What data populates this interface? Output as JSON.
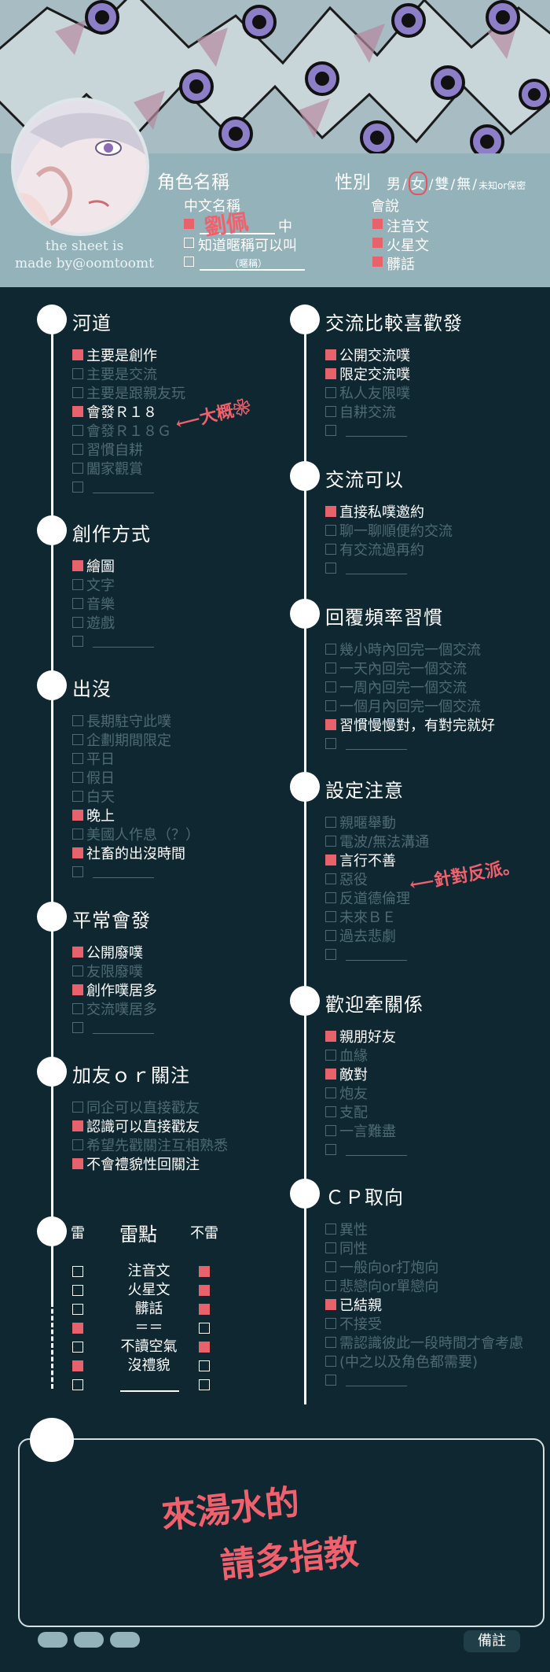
{
  "header": {
    "credit": [
      "the sheet is",
      "made by@oomtoomt"
    ],
    "name_label": "角色名稱",
    "gender_label": "性別",
    "gender_options": [
      "男",
      "女",
      "雙",
      "無",
      "未知or保密"
    ],
    "gender_selected": "女",
    "chinese_name_label": "中文名稱",
    "chinese_name_suffix": "中",
    "nickname_option": "知道暱稱可以叫",
    "nickname_placeholder": "（暱稱）",
    "speech_label": "會說",
    "speech_options": [
      "注音文",
      "火星文",
      "髒話"
    ],
    "handwritten_name": "劉佩"
  },
  "left_sections": [
    {
      "title": "河道",
      "items": [
        {
          "label": "主要是創作",
          "checked": true
        },
        {
          "label": "主要是交流",
          "checked": false
        },
        {
          "label": "主要是跟親友玩",
          "checked": false
        },
        {
          "label": "會發Ｒ１８",
          "checked": true
        },
        {
          "label": "會發Ｒ１８Ｇ",
          "checked": false
        },
        {
          "label": "習慣自耕",
          "checked": false
        },
        {
          "label": "闔家觀賞",
          "checked": false
        },
        {
          "label": "",
          "checked": false
        }
      ]
    },
    {
      "title": "創作方式",
      "items": [
        {
          "label": "繪圖",
          "checked": true
        },
        {
          "label": "文字",
          "checked": false
        },
        {
          "label": "音樂",
          "checked": false
        },
        {
          "label": "遊戲",
          "checked": false
        },
        {
          "label": "",
          "checked": false
        }
      ]
    },
    {
      "title": "出沒",
      "items": [
        {
          "label": "長期駐守此噗",
          "checked": false
        },
        {
          "label": "企劃期間限定",
          "checked": false
        },
        {
          "label": "平日",
          "checked": false
        },
        {
          "label": "假日",
          "checked": false
        },
        {
          "label": "白天",
          "checked": false
        },
        {
          "label": "晚上",
          "checked": true
        },
        {
          "label": "美國人作息（？）",
          "checked": false
        },
        {
          "label": "社畜的出沒時間",
          "checked": true
        },
        {
          "label": "",
          "checked": false
        }
      ]
    },
    {
      "title": "平常會發",
      "items": [
        {
          "label": "公開廢噗",
          "checked": true
        },
        {
          "label": "友限廢噗",
          "checked": false
        },
        {
          "label": "創作噗居多",
          "checked": true
        },
        {
          "label": "交流噗居多",
          "checked": false
        },
        {
          "label": "",
          "checked": false
        }
      ]
    },
    {
      "title": "加友ｏｒ關注",
      "items": [
        {
          "label": "同企可以直接戳友",
          "checked": false
        },
        {
          "label": "認識可以直接戳友",
          "checked": true
        },
        {
          "label": "希望先戳關注互相熟悉",
          "checked": false
        },
        {
          "label": "不會禮貌性回關注",
          "checked": true
        }
      ]
    }
  ],
  "right_sections": [
    {
      "title": "交流比較喜歡發",
      "items": [
        {
          "label": "公開交流噗",
          "checked": true
        },
        {
          "label": "限定交流噗",
          "checked": true
        },
        {
          "label": "私人友限噗",
          "checked": false
        },
        {
          "label": "自耕交流",
          "checked": false
        },
        {
          "label": "",
          "checked": false
        }
      ]
    },
    {
      "title": "交流可以",
      "items": [
        {
          "label": "直接私噗邀約",
          "checked": true
        },
        {
          "label": "聊一聊順便約交流",
          "checked": false
        },
        {
          "label": "有交流過再約",
          "checked": false
        },
        {
          "label": "",
          "checked": false
        }
      ]
    },
    {
      "title": "回覆頻率習慣",
      "items": [
        {
          "label": "幾小時內回完一個交流",
          "checked": false
        },
        {
          "label": "一天內回完一個交流",
          "checked": false
        },
        {
          "label": "一周內回完一個交流",
          "checked": false
        },
        {
          "label": "一個月內回完一個交流",
          "checked": false
        },
        {
          "label": "習慣慢慢對，有對完就好",
          "checked": true
        },
        {
          "label": "",
          "checked": false
        }
      ]
    },
    {
      "title": "設定注意",
      "items": [
        {
          "label": "親暱舉動",
          "checked": false
        },
        {
          "label": "電波/無法溝通",
          "checked": false
        },
        {
          "label": "言行不善",
          "checked": true
        },
        {
          "label": "惡役",
          "checked": false
        },
        {
          "label": "反道德倫理",
          "checked": false
        },
        {
          "label": "未來ＢＥ",
          "checked": false
        },
        {
          "label": "過去悲劇",
          "checked": false
        },
        {
          "label": "",
          "checked": false
        }
      ]
    },
    {
      "title": "歡迎牽關係",
      "items": [
        {
          "label": "親朋好友",
          "checked": true
        },
        {
          "label": "血緣",
          "checked": false
        },
        {
          "label": "敵對",
          "checked": true
        },
        {
          "label": "炮友",
          "checked": false
        },
        {
          "label": "支配",
          "checked": false
        },
        {
          "label": "一言難盡",
          "checked": false
        },
        {
          "label": "",
          "checked": false
        }
      ]
    },
    {
      "title": "ＣＰ取向",
      "items": [
        {
          "label": "異性",
          "checked": false
        },
        {
          "label": "同性",
          "checked": false
        },
        {
          "label": "一般向or打炮向",
          "checked": false
        },
        {
          "label": "悲戀向or單戀向",
          "checked": false
        },
        {
          "label": "已結親",
          "checked": true
        },
        {
          "label": "不接受",
          "checked": false
        },
        {
          "label": "需認識彼此一段時間才會考慮",
          "checked": false
        },
        {
          "label": "(中之以及角色都需要)",
          "checked": false
        },
        {
          "label": "",
          "checked": false
        }
      ]
    }
  ],
  "lei": {
    "left_label": "雷",
    "title": "雷點",
    "right_label": "不雷",
    "rows": [
      {
        "label": "注音文",
        "lei": false,
        "bulei": true
      },
      {
        "label": "火星文",
        "lei": false,
        "bulei": true
      },
      {
        "label": "髒話",
        "lei": false,
        "bulei": true
      },
      {
        "label": "＝＝",
        "lei": true,
        "bulei": false
      },
      {
        "label": "不讀空氣",
        "lei": false,
        "bulei": true
      },
      {
        "label": "沒禮貌",
        "lei": true,
        "bulei": false
      },
      {
        "label": "",
        "lei": false,
        "bulei": false
      }
    ]
  },
  "annotations": {
    "r18_note": "大概",
    "warn_note": "針對反派",
    "notes_line1": "來湯水的",
    "notes_line2": "請多指教"
  },
  "footer": {
    "memo_label": "備註"
  },
  "colors": {
    "accent": "#e8626c",
    "bg": "#0f2731",
    "header": "#93b2b9",
    "muted": "#4e6b74"
  }
}
